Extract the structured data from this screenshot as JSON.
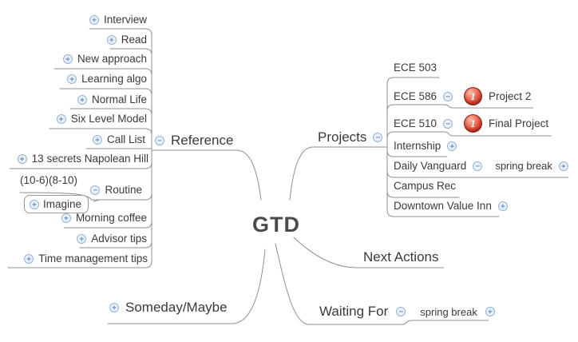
{
  "center": {
    "label": "GTD"
  },
  "glyphs": {
    "plus": "+",
    "minus": "−",
    "priority1": "1"
  },
  "colors": {
    "background": "#ffffff",
    "line": "#8f8f8f",
    "text": "#3a3a3a",
    "center_text": "#4b4b4b",
    "toggle_border": "#93b2d6",
    "toggle_fill": "#e9f1fa",
    "toggle_glyph": "#4a78b0",
    "badge_red": "#d94330",
    "badge_text": "#ffffff"
  },
  "branches": {
    "reference": {
      "label": "Reference",
      "children": [
        {
          "label": "Interview"
        },
        {
          "label": "Read"
        },
        {
          "label": "New approach"
        },
        {
          "label": "Learning algo"
        },
        {
          "label": "Normal Life"
        },
        {
          "label": "Six Level Model"
        },
        {
          "label": "Call List"
        },
        {
          "label": "13 secrets Napolean Hill"
        },
        {
          "label": "Routine",
          "children": [
            {
              "label": "(10-6)(8-10)"
            },
            {
              "label": "Imagine"
            }
          ]
        },
        {
          "label": "Morning coffee"
        },
        {
          "label": "Advisor tips"
        },
        {
          "label": "Time management tips"
        }
      ]
    },
    "projects": {
      "label": "Projects",
      "children": [
        {
          "label": "ECE 503"
        },
        {
          "label": "ECE 586",
          "children": [
            {
              "label": "Project 2",
              "marker": "1"
            }
          ]
        },
        {
          "label": "ECE 510",
          "children": [
            {
              "label": "Final Project",
              "marker": "1"
            }
          ]
        },
        {
          "label": "Internship"
        },
        {
          "label": "Daily Vanguard",
          "children": [
            {
              "label": "spring break"
            }
          ]
        },
        {
          "label": "Campus Rec"
        },
        {
          "label": "Downtown Value Inn"
        }
      ]
    },
    "next_actions": {
      "label": "Next Actions"
    },
    "waiting_for": {
      "label": "Waiting For",
      "children": [
        {
          "label": "spring break"
        }
      ]
    },
    "someday_maybe": {
      "label": "Someday/Maybe"
    }
  }
}
